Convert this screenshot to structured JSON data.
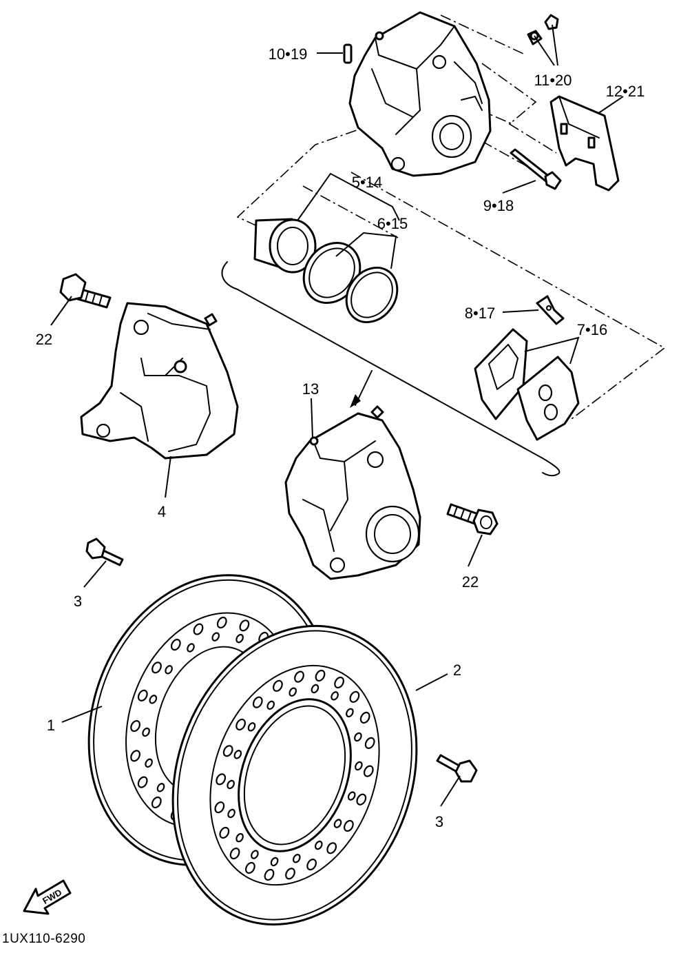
{
  "figure_code": "1UX110-6290",
  "fwd_label": "FWD",
  "callouts": {
    "disc_left": "1",
    "disc_right": "2",
    "disc_bolt_left": "3",
    "disc_bolt_right": "3",
    "caliper_left": "4",
    "piston": "5•14",
    "piston_seals": "6•15",
    "pad_set": "7•16",
    "pad_spring": "8•17",
    "pad_pin": "9•18",
    "pin_clip": "10•19",
    "bleed_screw": "11•20",
    "pad_cover": "12•21",
    "caliper_right": "13",
    "caliper_bolt_left": "22",
    "caliper_bolt_right": "22"
  }
}
